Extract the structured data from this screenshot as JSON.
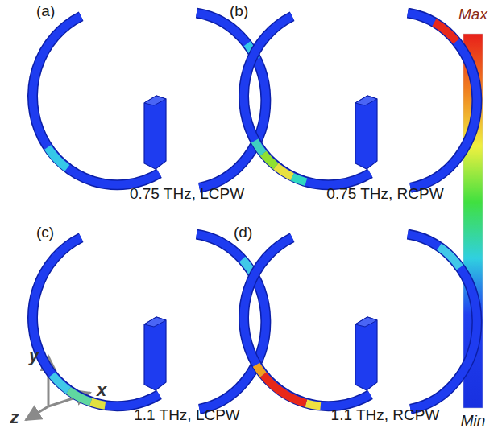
{
  "diagram": {
    "labels": [
      "(a)",
      "(b)",
      "0.75 THz, LCPW",
      "0.75 THz, RCPW",
      "(c)",
      "(d)",
      "1.1 THz, LCPW",
      "1.1 THz, RCPW",
      "Max",
      "Min",
      "y",
      "z",
      "x"
    ]
  }
}
